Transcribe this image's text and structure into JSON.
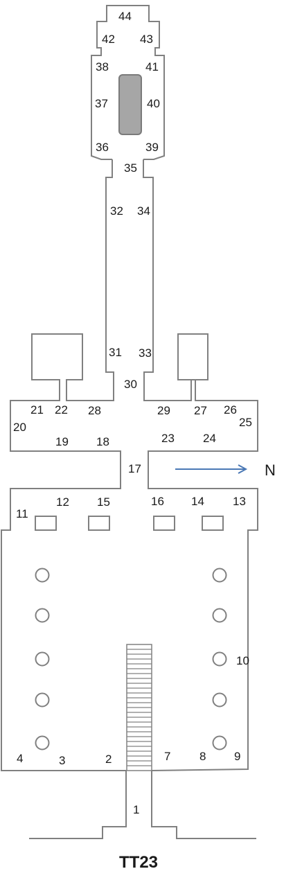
{
  "title": "TT23",
  "north_label": "N",
  "colors": {
    "wall": "#808080",
    "sarcophagus": "#a6a6a6",
    "arrow": "#4a78b5",
    "text": "#1a1a1a"
  },
  "wall_labels": [
    "1",
    "2",
    "3",
    "4",
    "7",
    "8",
    "9",
    "10",
    "11",
    "12",
    "13",
    "14",
    "15",
    "16",
    "17",
    "18",
    "19",
    "20",
    "21",
    "22",
    "23",
    "24",
    "25",
    "26",
    "27",
    "28",
    "29",
    "30",
    "31",
    "32",
    "33",
    "34",
    "35",
    "36",
    "37",
    "38",
    "39",
    "40",
    "41",
    "42",
    "43",
    "44"
  ]
}
